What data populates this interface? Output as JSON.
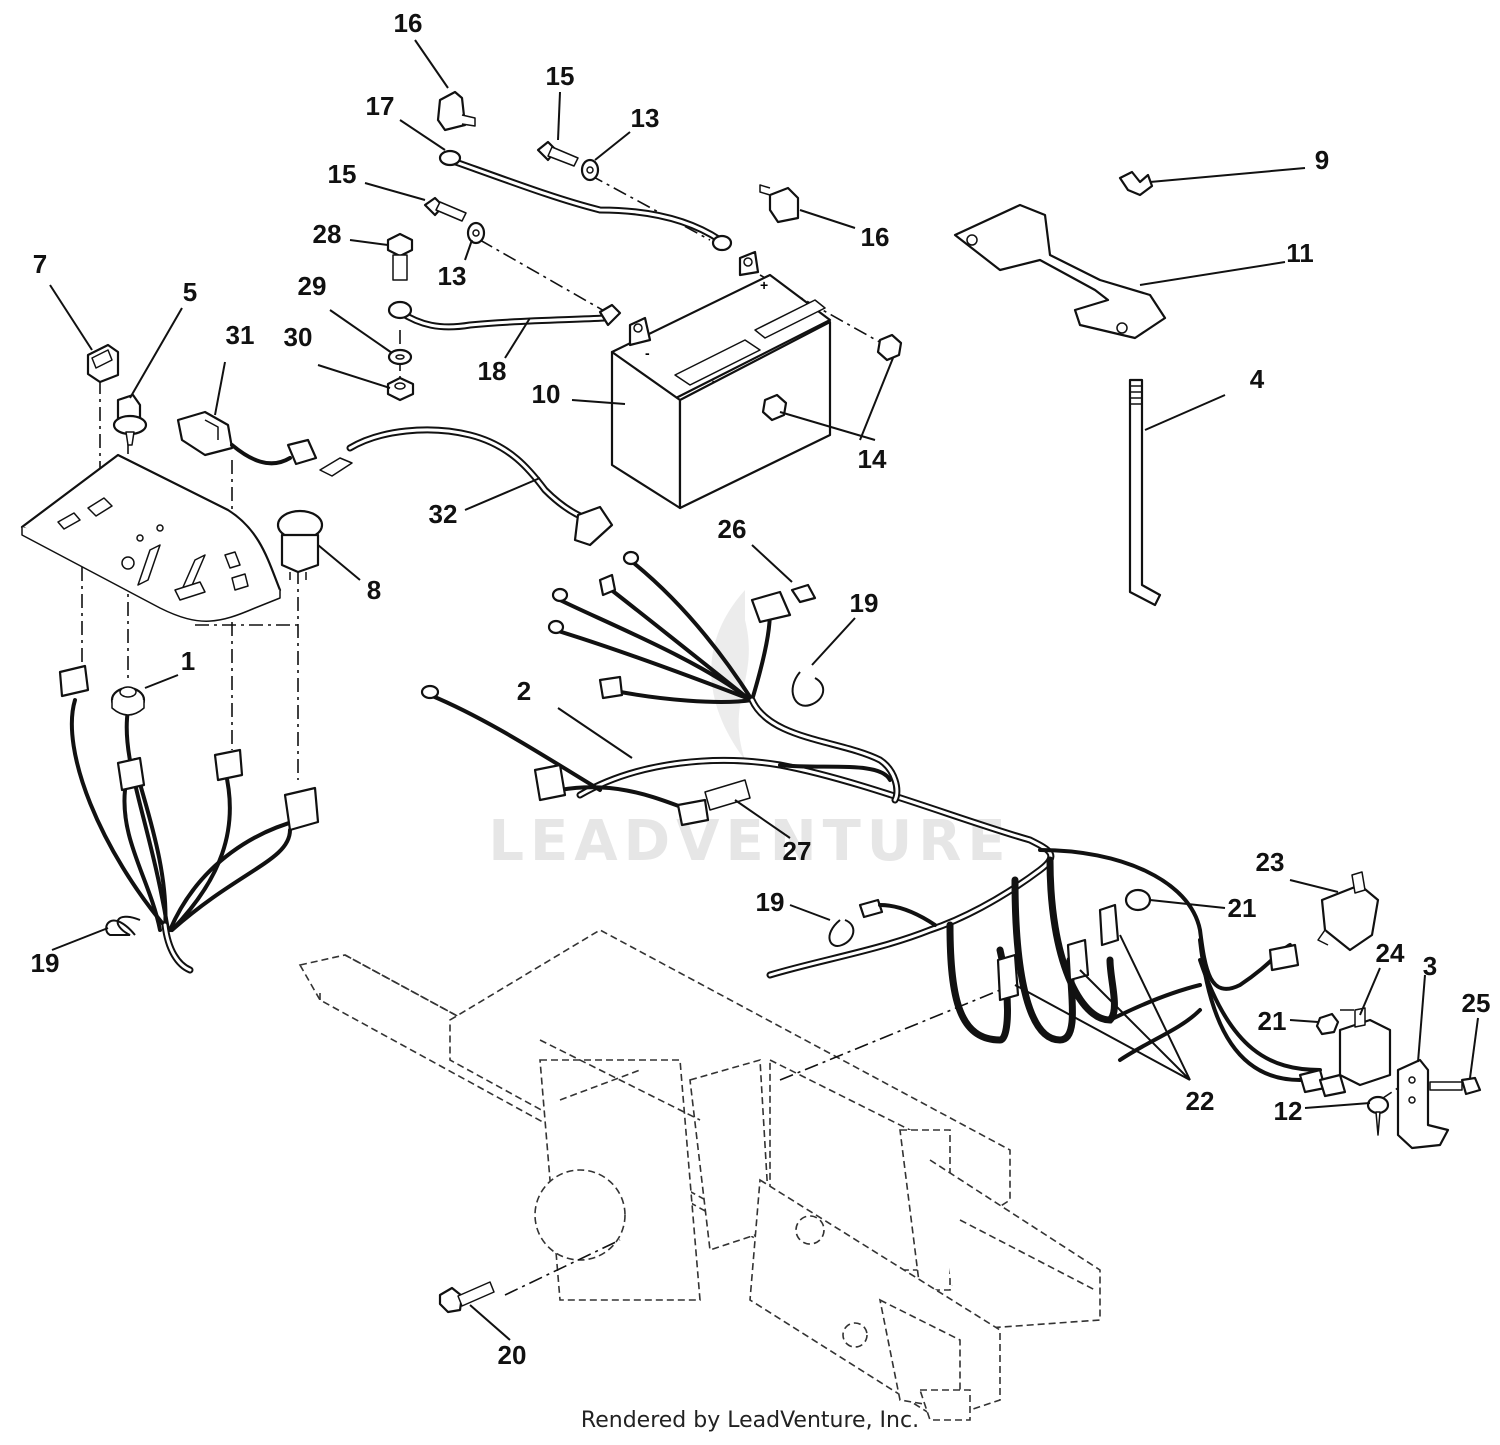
{
  "diagram": {
    "callouts": [
      {
        "id": "c16a",
        "text": "16"
      },
      {
        "id": "c15a",
        "text": "15"
      },
      {
        "id": "c13a",
        "text": "13"
      },
      {
        "id": "c17",
        "text": "17"
      },
      {
        "id": "c15b",
        "text": "15"
      },
      {
        "id": "c16b",
        "text": "16"
      },
      {
        "id": "c9",
        "text": "9"
      },
      {
        "id": "c28",
        "text": "28"
      },
      {
        "id": "c13b",
        "text": "13"
      },
      {
        "id": "c11",
        "text": "11"
      },
      {
        "id": "c7",
        "text": "7"
      },
      {
        "id": "c5",
        "text": "5"
      },
      {
        "id": "c29",
        "text": "29"
      },
      {
        "id": "c31",
        "text": "31"
      },
      {
        "id": "c30",
        "text": "30"
      },
      {
        "id": "c18",
        "text": "18"
      },
      {
        "id": "c10",
        "text": "10"
      },
      {
        "id": "c4",
        "text": "4"
      },
      {
        "id": "c14",
        "text": "14"
      },
      {
        "id": "c32",
        "text": "32"
      },
      {
        "id": "c26",
        "text": "26"
      },
      {
        "id": "c8",
        "text": "8"
      },
      {
        "id": "c19a",
        "text": "19"
      },
      {
        "id": "c1",
        "text": "1"
      },
      {
        "id": "c2",
        "text": "2"
      },
      {
        "id": "c27",
        "text": "27"
      },
      {
        "id": "c23",
        "text": "23"
      },
      {
        "id": "c19b",
        "text": "19"
      },
      {
        "id": "c21a",
        "text": "21"
      },
      {
        "id": "c19c",
        "text": "19"
      },
      {
        "id": "c24",
        "text": "24"
      },
      {
        "id": "c3",
        "text": "3"
      },
      {
        "id": "c21b",
        "text": "21"
      },
      {
        "id": "c25",
        "text": "25"
      },
      {
        "id": "c22",
        "text": "22"
      },
      {
        "id": "c12",
        "text": "12"
      },
      {
        "id": "c20",
        "text": "20"
      }
    ]
  },
  "watermark": "LEADVENTURE",
  "footer": "Rendered by LeadVenture, Inc."
}
